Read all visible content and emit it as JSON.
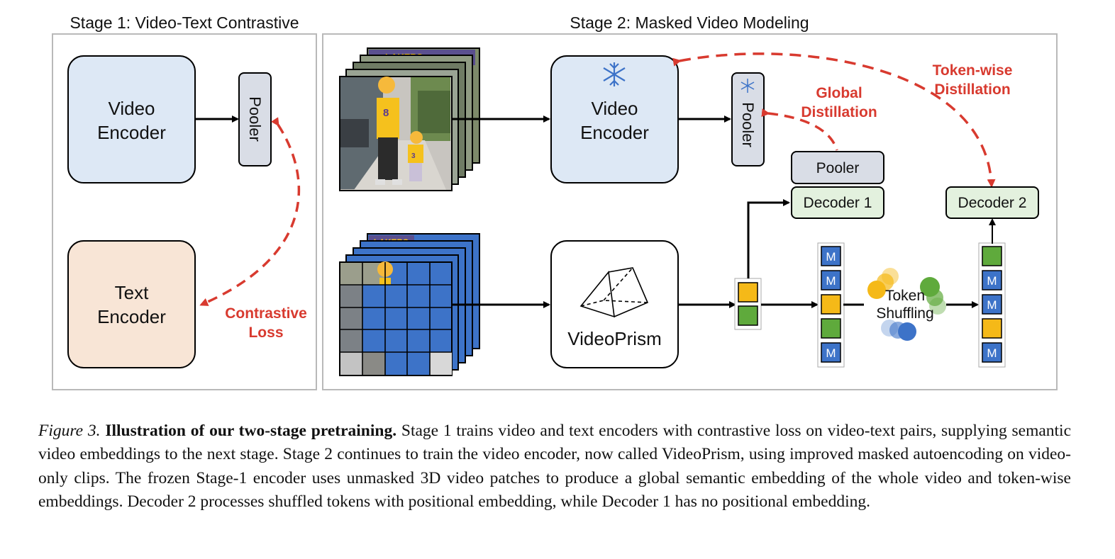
{
  "stage1": {
    "title": "Stage 1: Video-Text Contrastive",
    "video_encoder": [
      "Video",
      "Encoder"
    ],
    "pooler": "Pooler",
    "text_encoder": [
      "Text",
      "Encoder"
    ],
    "contrastive_loss": [
      "Contrastive",
      "Loss"
    ]
  },
  "stage2": {
    "title": "Stage 2: Masked Video Modeling",
    "video_encoder": [
      "Video",
      "Encoder"
    ],
    "pooler": "Pooler",
    "pooler_head": "Pooler",
    "decoder1": "Decoder 1",
    "decoder2": "Decoder 2",
    "videoprism": "VideoPrism",
    "global_distillation": [
      "Global",
      "Distillation"
    ],
    "tokenwise_distillation": [
      "Token-wise",
      "Distillation"
    ],
    "token_shuffling": [
      "Token",
      "Shuffling"
    ],
    "mask_token": "M",
    "jersey_text": "LAKERS",
    "jersey_number": "8",
    "kid_number": "3"
  },
  "colors": {
    "encoder_fill": "#dde8f5",
    "text_encoder_fill": "#f8e5d6",
    "pooler_fill": "#d9dde6",
    "decoder_fill": "#e3f1de",
    "red_annotation": "#d83a2f",
    "mask_blue": "#3d73c8",
    "token_yellow": "#f5b918",
    "token_green": "#5faa3c"
  },
  "caption": {
    "label": "Figure 3.",
    "title": "Illustration of our two-stage pretraining.",
    "body": "Stage 1 trains video and text encoders with contrastive loss on video-text pairs, supplying semantic video embeddings to the next stage. Stage 2 continues to train the video encoder, now called VideoPrism, using improved masked autoencoding on video-only clips. The frozen Stage-1 encoder uses unmasked 3D video patches to produce a global semantic embedding of the whole video and token-wise embeddings. Decoder 2 processes shuffled tokens with positional embedding, while Decoder 1 has no positional embedding."
  }
}
